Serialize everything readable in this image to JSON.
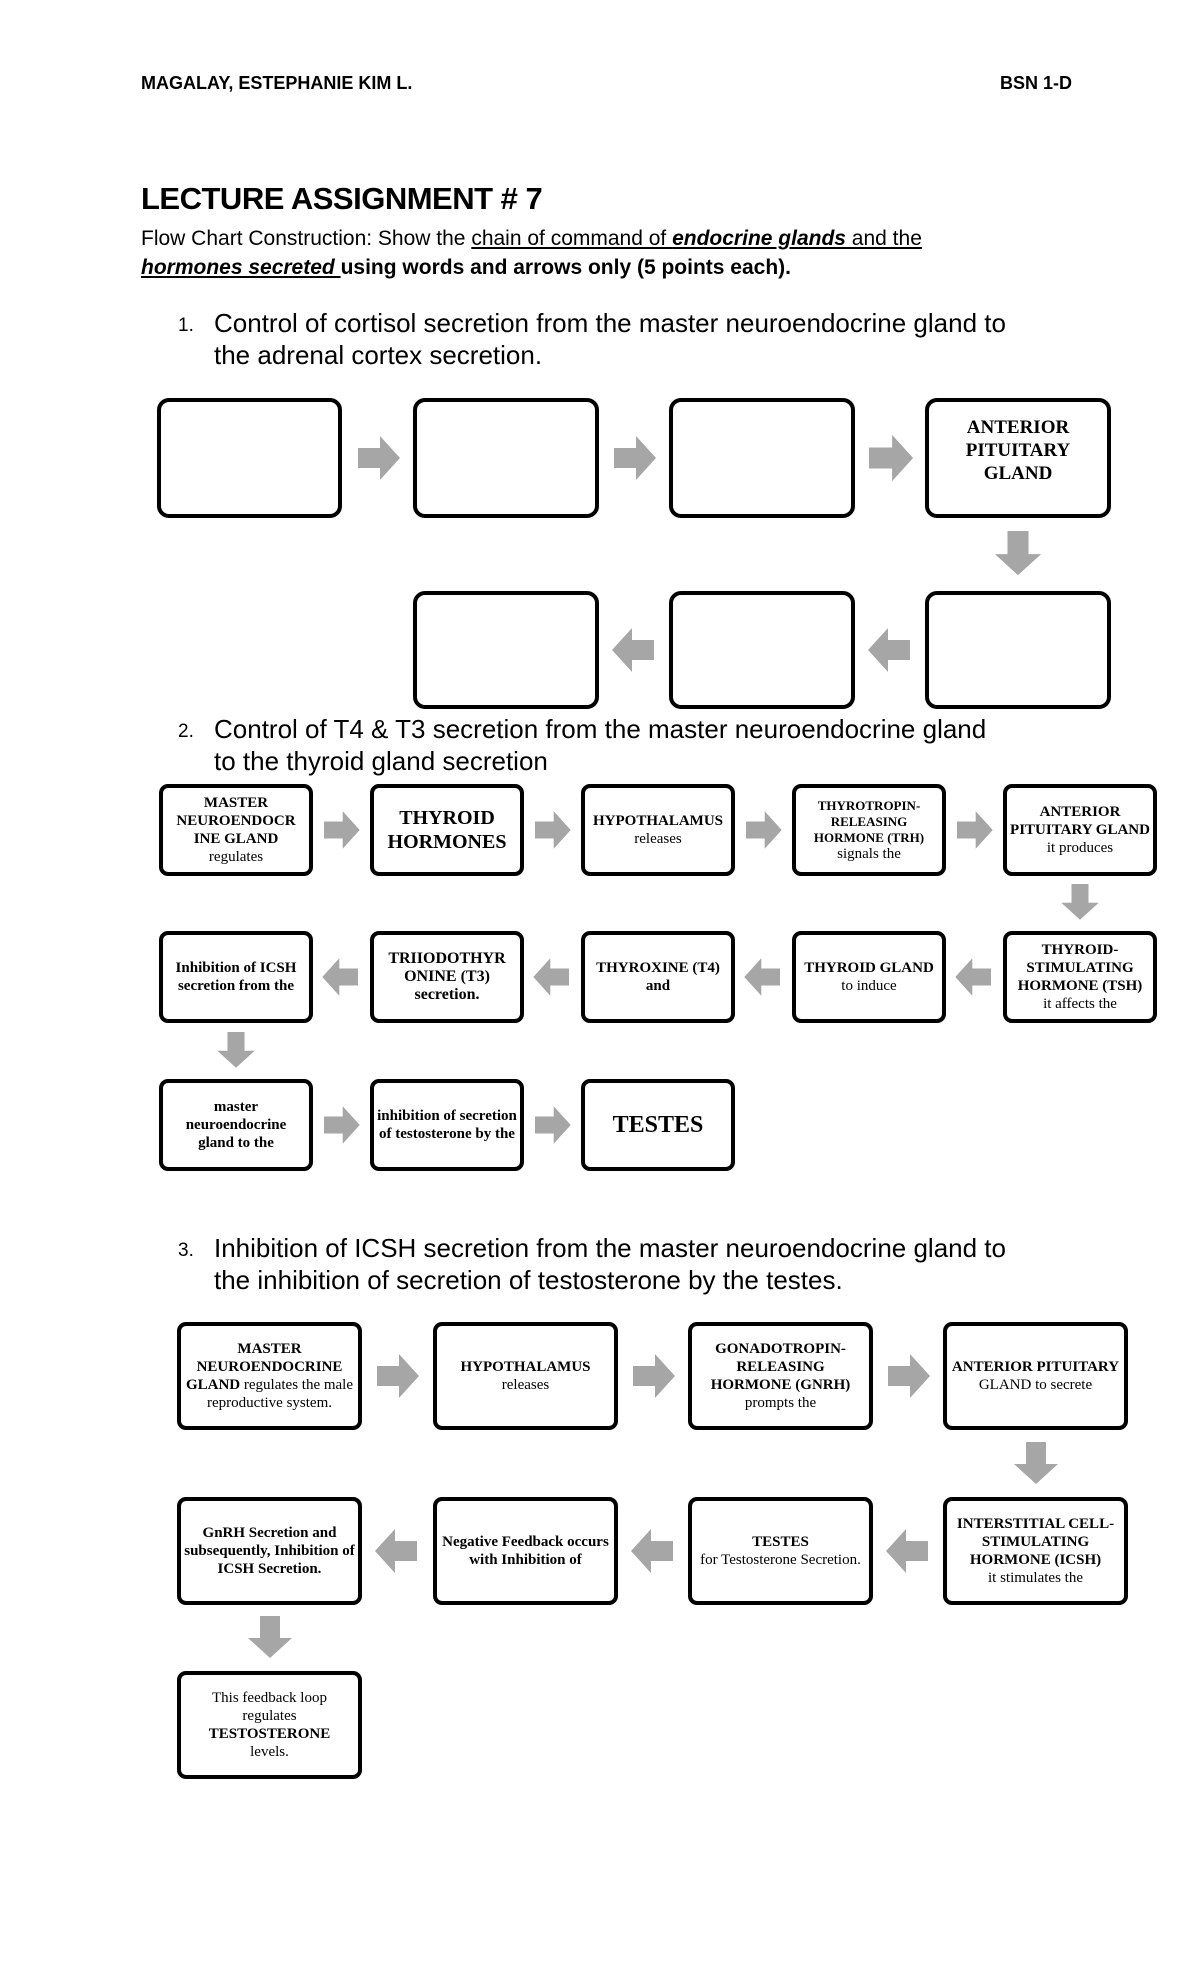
{
  "header": {
    "name": "MAGALAY, ESTEPHANIE KIM L.",
    "section": "BSN 1-D"
  },
  "title": "LECTURE ASSIGNMENT # 7",
  "instructions": {
    "p1": "Flow Chart Construction: Show the ",
    "p2": "chain of command of ",
    "p3": "endocrine glands",
    "p4": " and the",
    "p5": "hormones secreted ",
    "p6": "using words and arrows only (5 points each)."
  },
  "q1": {
    "number": "1.",
    "text": "Control of cortisol secretion from the master neuroendocrine gland to the adrenal cortex secretion.",
    "box4": "ANTERIOR PITUITARY GLAND"
  },
  "q2": {
    "number": "2.",
    "text": "Control of T4 & T3 secretion from the master neuroendocrine gland to the thyroid gland secretion",
    "b1_bold": "MASTER NEUROENDOCR INE GLAND",
    "b1_text": "regulates",
    "b2_bold": "THYROID HORMONES",
    "b3_bold": "HYPOTHALAMUS",
    "b3_text": "releases",
    "b4_bold": "THYROTROPIN-RELEASING HORMONE (TRH)",
    "b4_text": "signals the",
    "b5_bold": "ANTERIOR PITUITARY GLAND",
    "b5_text": "it produces",
    "b6_bold": "THYROID-STIMULATING HORMONE (TSH)",
    "b6_text": "it affects the",
    "b7_bold": "THYROID GLAND",
    "b7_text": "to induce",
    "b8_bold": "THYROXINE (T4) and",
    "b9_bold": "TRIIODOTHYR ONINE (T3) secretion.",
    "b10_bold": "Inhibition of ICSH secretion from the",
    "b11_bold": "master neuroendocrine gland to the",
    "b12_bold": "inhibition of secretion of testosterone by the",
    "b13_bold": "TESTES"
  },
  "q3": {
    "number": "3.",
    "text": "Inhibition of ICSH secretion from the master neuroendocrine gland to the inhibition of secretion of testosterone by the testes.",
    "b1_bold": "MASTER NEUROENDOCRINE GLAND",
    "b1_text": "regulates the male reproductive system.",
    "b2_bold": "HYPOTHALAMUS",
    "b2_text": "releases",
    "b3_bold": "GONADOTROPIN-RELEASING HORMONE (GNRH)",
    "b3_text": "prompts the",
    "b4_bold": "ANTERIOR PITUITARY",
    "b4_text": "GLAND to secrete",
    "b5_bold": "INTERSTITIAL CELL-STIMULATING HORMONE (ICSH)",
    "b5_text": "it stimulates the",
    "b6_bold": "TESTES",
    "b6_text": "for Testosterone Secretion.",
    "b7_bold": "Negative Feedback occurs with Inhibition of",
    "b8_bold": "GnRH Secretion and subsequently, Inhibition of ICSH Secretion.",
    "b9_text1": "This feedback loop regulates",
    "b9_bold": "TESTOSTERONE",
    "b9_text2": "levels."
  },
  "colors": {
    "arrow": "#a6a6a6",
    "border": "#000000"
  }
}
